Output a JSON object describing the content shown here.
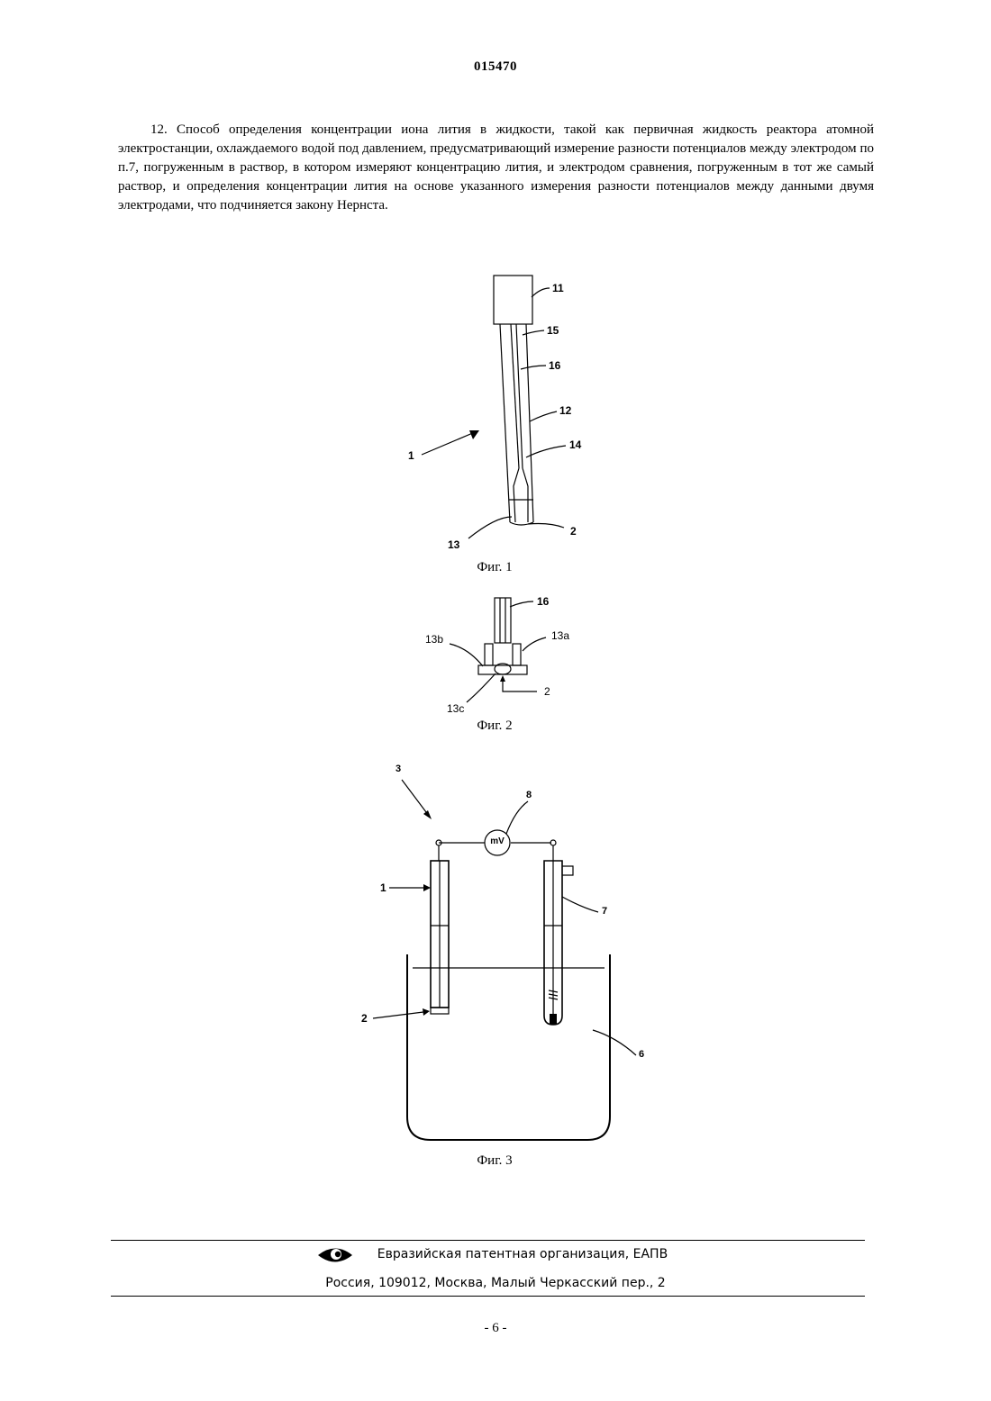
{
  "header": {
    "doc_number": "015470"
  },
  "claim": {
    "text": "12. Способ определения концентрации иона лития в жидкости, такой как первичная жидкость реактора атомной электростанции, охлаждаемого водой под давлением, предусматривающий измерение разности потенциалов между электродом по п.7, погруженным в раствор, в котором измеряют концентрацию лития, и электродом сравнения, погруженным в тот же самый раствор, и определения концентрации лития на основе указанного измерения разности потенциалов между данными двумя электродами, что подчиняется закону Нернста."
  },
  "figures": {
    "fig1": {
      "caption": "Фиг. 1",
      "labels": {
        "l11": "11",
        "l15": "15",
        "l16": "16",
        "l12": "12",
        "l14": "14",
        "l1": "1",
        "l13": "13",
        "l2": "2"
      }
    },
    "fig2": {
      "caption": "Фиг. 2",
      "labels": {
        "l16": "16",
        "l13b": "13b",
        "l13a": "13a",
        "l13c": "13c",
        "l2": "2"
      }
    },
    "fig3": {
      "caption": "Фиг. 3",
      "labels": {
        "l3": "3",
        "l8": "8",
        "meter": "mV",
        "l1": "1",
        "l7": "7",
        "l2": "2",
        "l6": "6"
      }
    }
  },
  "footer": {
    "organization": "Евразийская патентная организация, ЕАПВ",
    "address": "Россия, 109012, Москва, Малый Черкасский пер., 2",
    "logo_icon": "eye-logo-icon"
  },
  "page_number": "- 6 -"
}
